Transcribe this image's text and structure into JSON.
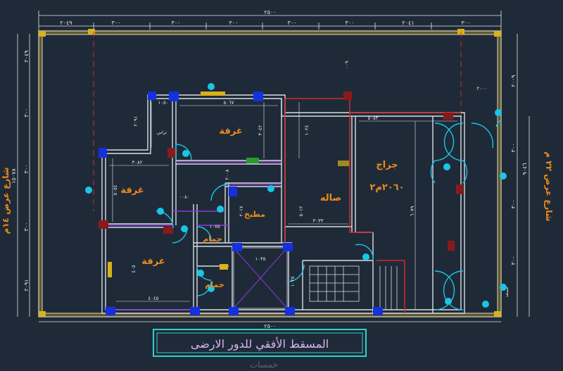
{
  "colors": {
    "background": "#1f2a38",
    "wall": "#d8dde3",
    "dimension": "#e6e6e6",
    "room_label": "#f08a1c",
    "title_text": "#d9b5f0",
    "title_border": "#2fd2c8",
    "door_arc": "#19c6e6",
    "red_line": "#d22a2a",
    "column_blue": "#1430e0",
    "hatch_yellow": "#d9b21a",
    "magenta": "#c03fd0",
    "purple": "#8a3bd6"
  },
  "rooms": {
    "room_top": "غرفة",
    "room_left": "غرفة",
    "room_bottom": "غرفة",
    "hall": "صاله",
    "kitchen": "مطبخ",
    "bath_1": "حمام",
    "bath_2": "حمام",
    "garage": "جراج",
    "garage_area": "٢٠٦٠م٢"
  },
  "streets": {
    "left": "شارع عرض ١٤م",
    "right": "شارع عرض ٢٢ م"
  },
  "title": "المسقط الأفقي للدور الارضى",
  "watermark": "خمسات",
  "dimensions": {
    "top_total": "٢٥٠٠",
    "top_1": "٢٠٤٩",
    "top_2": "٣٠٠",
    "top_3": "٣٠٠",
    "top_4": "٣٠٠",
    "top_5": "٣٠٠",
    "top_6": "٣٠٠",
    "top_7": "٢٠٤١",
    "bottom_total": "٢٥٠٠",
    "left_total": "١٥٠٧٨",
    "left_1": "٢٠٤٩",
    "left_2": "٣٠٠",
    "left_3": "٣٠٠",
    "left_4": "٣٠٠",
    "left_5": "٢٠٩١",
    "right_1": "٢٠٠٩",
    "right_2": "٣٠٠",
    "right_total": "٩٠٤٦",
    "right_3": "٣٠٠",
    "right_4": "٣٠٠",
    "right_5": "٢٠٠٠",
    "room_top_w": "٥٠٦٧",
    "room_top_h": "٣٠٤٢",
    "room_top_side": "٢٠٩١",
    "corridor_w": "٥٠١٥",
    "room_left_w": "٣٠٨٢",
    "room_left_h": "٥٠٥٤",
    "hall_w": "٣٠٣٣",
    "hall_h": "٥٠١٢",
    "hall_side": "١٠٢٤",
    "kitchen_w": "٢٠١٧",
    "bath_w": "١٠٧٥",
    "room_bottom_w": "٤٠٤٥",
    "room_bottom_h": "٤٠٥",
    "garage_w": "٥٠٥٣",
    "garage_h": "٦٠٧٩",
    "garage_top": "٢٠٠٠",
    "stair_dim": "١٠٣٥",
    "small_1": "١٠٧٥",
    "small_2": "٢٠٠٨",
    "small_3": "٠٠٩",
    "small_4": "٠٠٨٠",
    "small_5": "١٠٥٠",
    "small_6": "١٠٣٥",
    "small_7": "٥٠١٧"
  },
  "small_labels": {
    "tarass": "تراس",
    "entrance": "مدخل",
    "light_shaft": "مصعد"
  }
}
